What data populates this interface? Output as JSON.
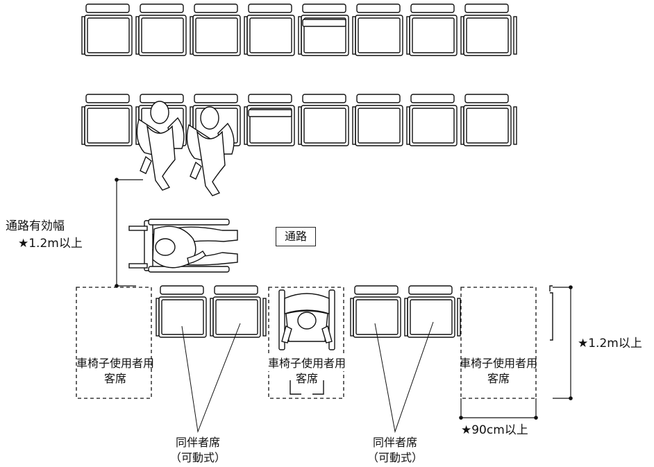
{
  "labels": {
    "aisle_width_title": "通路有効幅",
    "aisle_width_value": "★1.2m以上",
    "aisle": "通路",
    "depth_value": "★1.2m以上",
    "width_value": "★90cm以上",
    "wheelchair_seat_line1": "車椅子使用者用",
    "wheelchair_seat_line2": "客席",
    "companion_line1": "同伴者席",
    "companion_line2": "（可動式）"
  }
}
